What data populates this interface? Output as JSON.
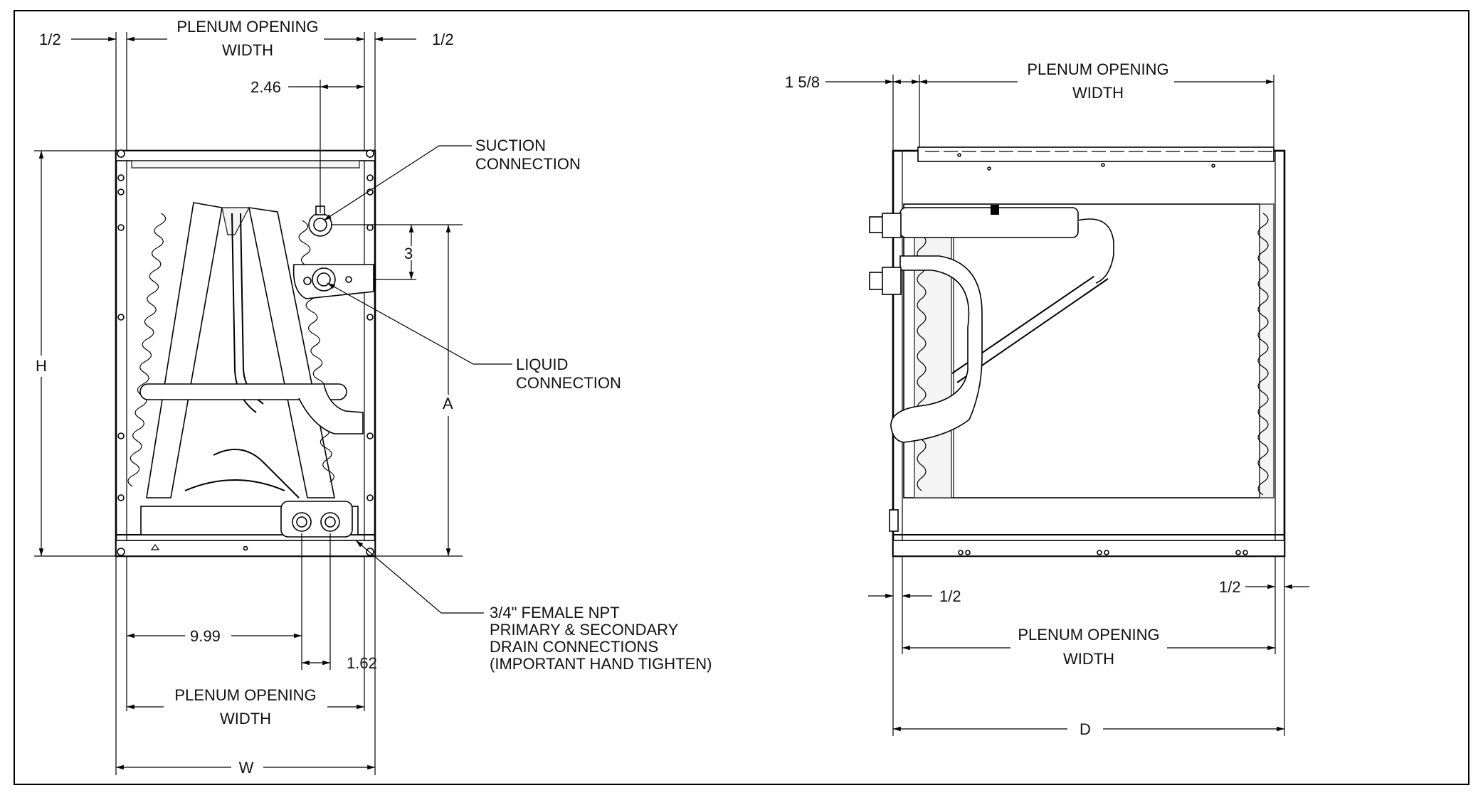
{
  "front_view": {
    "half_inch_left": "1/2",
    "half_inch_right": "1/2",
    "plenum_top_line1": "PLENUM OPENING",
    "plenum_top_line2": "WIDTH",
    "dim_246": "2.46",
    "dim_3": "3",
    "dim_h": "H",
    "dim_a": "A",
    "dim_999": "9.99",
    "dim_162": "1.62",
    "plenum_bottom_line1": "PLENUM OPENING",
    "plenum_bottom_line2": "WIDTH",
    "dim_w": "W",
    "suction_line1": "SUCTION",
    "suction_line2": "CONNECTION",
    "liquid_line1": "LIQUID",
    "liquid_line2": "CONNECTION",
    "drain_line1": "3/4\" FEMALE NPT",
    "drain_line2": "PRIMARY & SECONDARY",
    "drain_line3": "DRAIN CONNECTIONS",
    "drain_line4": "(IMPORTANT HAND TIGHTEN)"
  },
  "side_view": {
    "dim_158": "1 5/8",
    "plenum_top_line1": "PLENUM OPENING",
    "plenum_top_line2": "WIDTH",
    "half_inch_left": "1/2",
    "half_inch_right": "1/2",
    "plenum_bottom_line1": "PLENUM OPENING",
    "plenum_bottom_line2": "WIDTH",
    "dim_d": "D"
  }
}
